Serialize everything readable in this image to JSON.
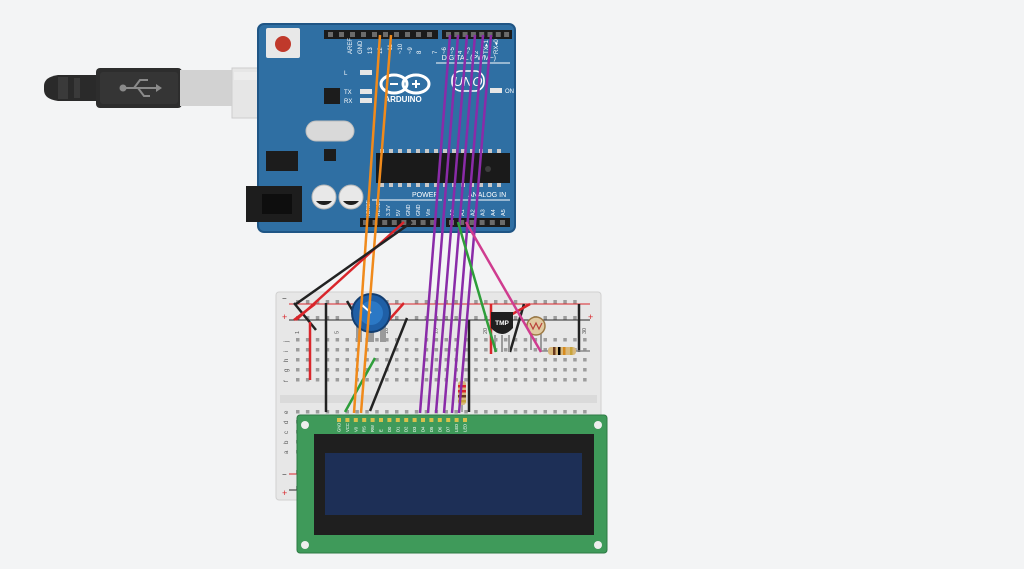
{
  "workspace": {
    "background": "#f3f4f5",
    "colors": {
      "board": "#2f6fa3",
      "board_edge": "#1f5585",
      "breadboard": "#e7e7e7",
      "lcd_pcb": "#3f9a5a",
      "lcd_screen": "#1d2f56",
      "wire_orange": "#f08a1b",
      "wire_purple": "#8a2ba8",
      "wire_red": "#d9262b",
      "wire_black": "#222222",
      "wire_green": "#2e9e3a",
      "wire_magenta": "#cf3c8f"
    }
  },
  "arduino": {
    "header_labels": [
      "AREF",
      "GND",
      "13",
      "12",
      "~11",
      "~10",
      "~9",
      "8",
      "7",
      "~6",
      "~5",
      "4",
      "~3",
      "2",
      "TX▸1",
      "RX◂0"
    ],
    "digital_label": "DIGITAL (PWM~)",
    "uno_label": "UNO",
    "brand": "ARDUINO",
    "led_labels": [
      "L",
      "TX",
      "RX"
    ],
    "on_label": "ON",
    "power_section": "POWER",
    "analog_section": "ANALOG IN",
    "power_pins": [
      "IOREF",
      "RESET",
      "3.3V",
      "5V",
      "GND",
      "GND",
      "Vin"
    ],
    "analog_pins": [
      "A0",
      "A1",
      "A2",
      "A3",
      "A4",
      "A5"
    ]
  },
  "usb": {
    "icon": "usb-icon"
  },
  "breadboard": {
    "col_numbers": [
      "1",
      "",
      "",
      "",
      "5",
      "",
      "",
      "",
      "",
      "10",
      "",
      "",
      "",
      "",
      "15",
      "",
      "",
      "",
      "",
      "20",
      "",
      "",
      "",
      "",
      "25",
      "",
      "",
      "",
      "",
      "30"
    ],
    "rows_top": [
      "j",
      "i",
      "h",
      "g",
      "f"
    ],
    "rows_bottom": [
      "e",
      "d",
      "c",
      "b",
      "a"
    ],
    "rail_plus": "+",
    "rail_minus": "−"
  },
  "sensor": {
    "label": "TMP"
  },
  "lcd": {
    "pin_labels": [
      "GND",
      "VCC",
      "V0",
      "RS",
      "RW",
      "E",
      "D0",
      "D1",
      "D2",
      "D3",
      "D4",
      "D5",
      "D6",
      "D7",
      "LED",
      "LED"
    ]
  }
}
